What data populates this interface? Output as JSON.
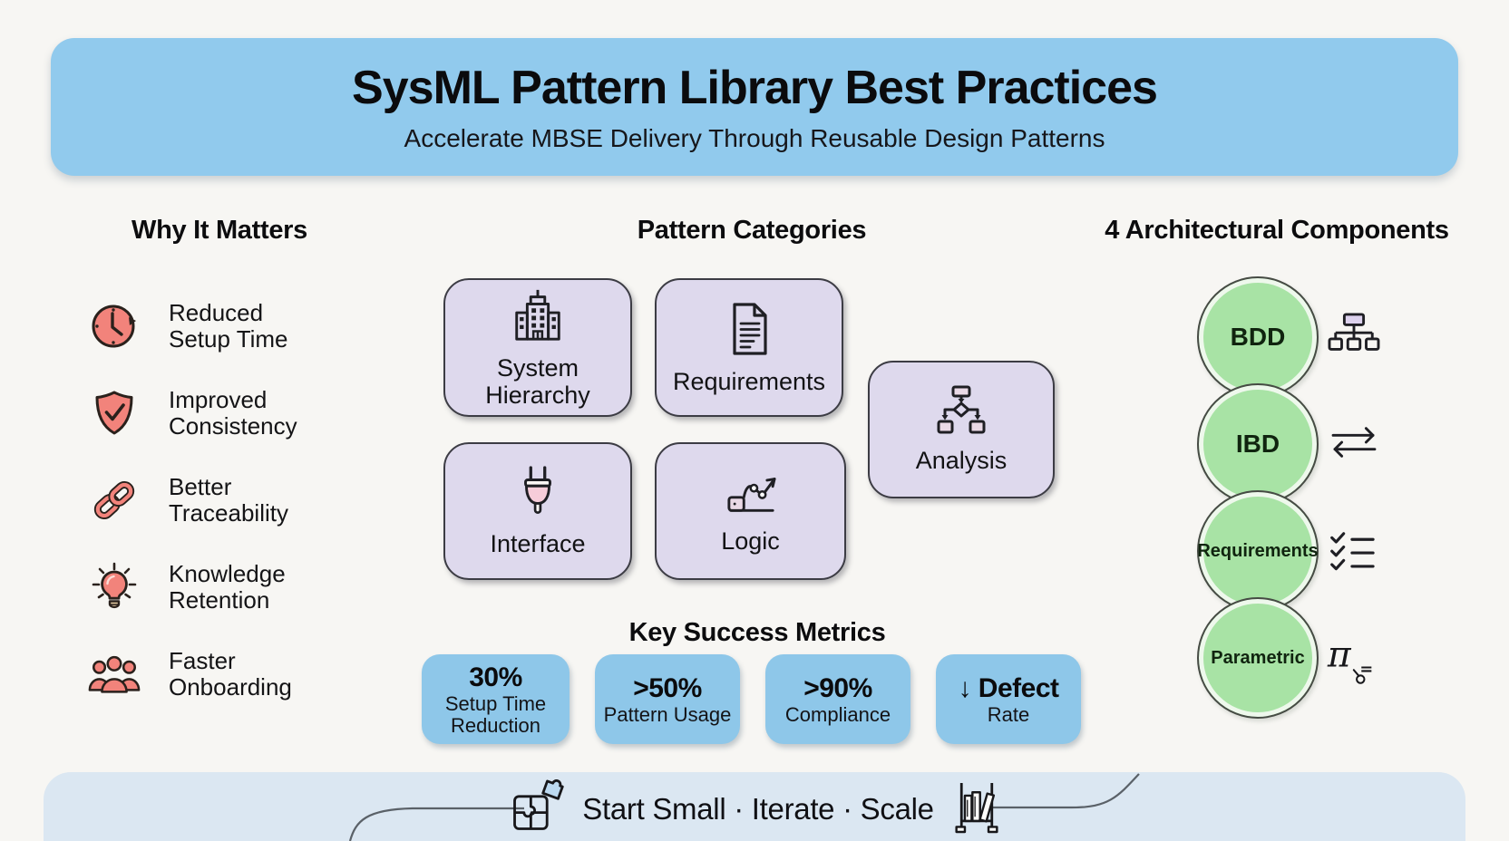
{
  "header": {
    "title": "SysML Pattern Library Best Practices",
    "subtitle": "Accelerate MBSE Delivery Through Reusable Design Patterns"
  },
  "why_it_matters": {
    "heading": "Why It Matters",
    "items": [
      {
        "icon": "clock-icon",
        "label": "Reduced Setup Time"
      },
      {
        "icon": "shield-check-icon",
        "label": "Improved Consistency"
      },
      {
        "icon": "chain-link-icon",
        "label": "Better Traceability"
      },
      {
        "icon": "lightbulb-icon",
        "label": "Knowledge Retention"
      },
      {
        "icon": "people-icon",
        "label": "Faster Onboarding"
      }
    ]
  },
  "pattern_categories": {
    "heading": "Pattern Categories",
    "cards": [
      {
        "icon": "building-icon",
        "label": "System Hierarchy"
      },
      {
        "icon": "document-icon",
        "label": "Requirements"
      },
      {
        "icon": "flowchart-icon",
        "label": "Analysis"
      },
      {
        "icon": "plug-icon",
        "label": "Interface"
      },
      {
        "icon": "trend-chart-icon",
        "label": "Logic"
      }
    ]
  },
  "key_success_metrics": {
    "heading": "Key Success Metrics",
    "cards": [
      {
        "value": "30%",
        "label": "Setup Time Reduction"
      },
      {
        "value": ">50%",
        "label": "Pattern Usage"
      },
      {
        "value": ">90%",
        "label": "Compliance"
      },
      {
        "value": "↓ Defect",
        "label": "Rate"
      }
    ]
  },
  "architectural_components": {
    "heading": "4 Architectural Components",
    "items": [
      {
        "label": "BDD",
        "icon": "hierarchy-diagram-icon"
      },
      {
        "label": "IBD",
        "icon": "exchange-arrows-icon"
      },
      {
        "label": "Requirements",
        "icon": "checklist-icon"
      },
      {
        "label": "Parametric",
        "icon": "pi-formula-icon"
      }
    ]
  },
  "footer": {
    "text": "Start Small · Iterate · Scale"
  },
  "colors": {
    "background": "#f7f6f3",
    "header_blue": "#91caed",
    "category_purple": "#ded9ed",
    "metric_blue": "#8ec7e9",
    "component_green": "#a8e3a5",
    "accent_coral": "#f2837b",
    "footer_blue": "#dbe7f2",
    "outline_dark": "#1f1f24",
    "text_dark": "#0e0e10"
  }
}
